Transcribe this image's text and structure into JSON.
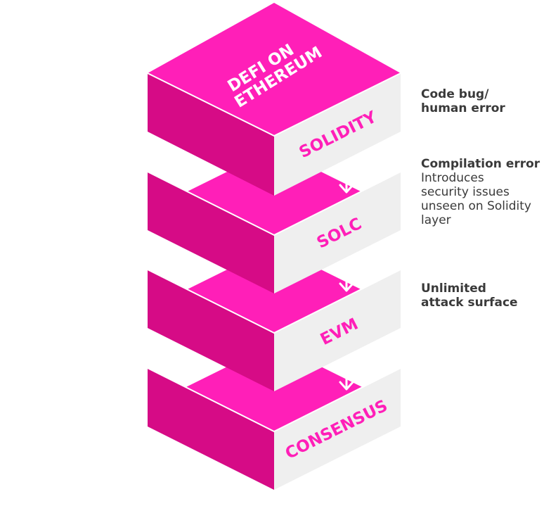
{
  "layers": {
    "top_label_line1": "DEFI ON",
    "top_label_line2": "ETHEREUM",
    "solidity": "SOLIDITY",
    "solc": "SOLC",
    "evm": "EVM",
    "consensus": "CONSENSUS"
  },
  "notes": {
    "code_bug_line1": "Code bug/",
    "code_bug_line2": "human error",
    "compilation_title": "Compilation error",
    "compilation_line1": "Introduces",
    "compilation_line2": "security issues",
    "compilation_line3": "unseen on Solidity",
    "compilation_line4": "layer",
    "attack_line1": "Unlimited",
    "attack_line2": "attack surface"
  },
  "colors": {
    "top": "#ff1fb8",
    "left": "#d60b86",
    "right": "#efefef",
    "label": "#ff1fb8",
    "arrow": "#ffffff",
    "text": "#3a3a3a"
  }
}
